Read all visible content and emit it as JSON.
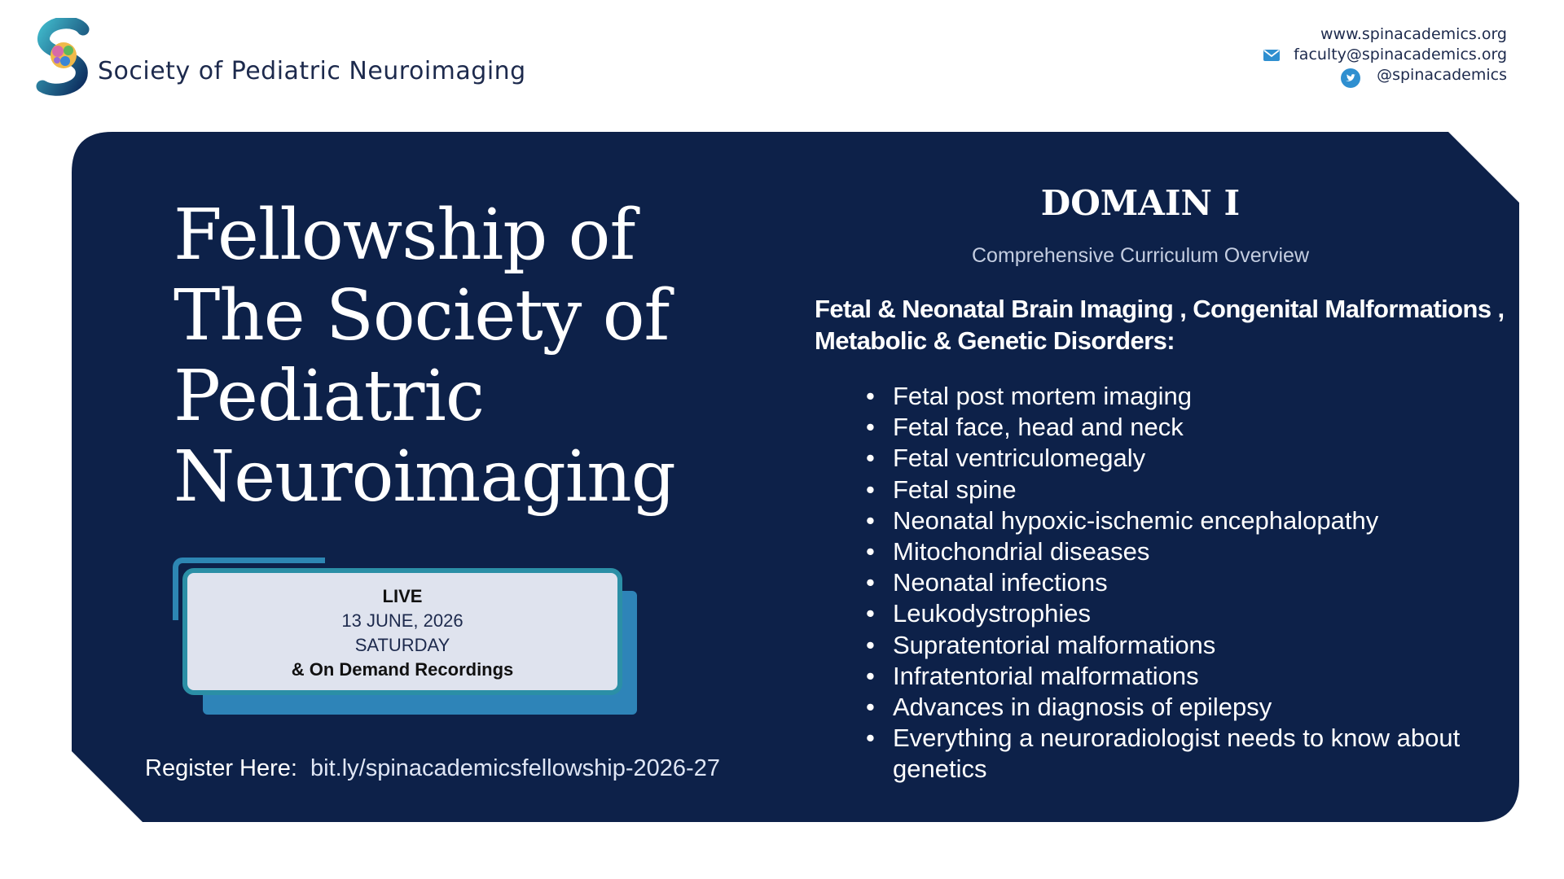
{
  "header": {
    "org_name": "Society of Pediatric Neuroimaging",
    "website": "www.spinacademics.org",
    "email": "faculty@spinacademics.org",
    "twitter": "@spinacademics",
    "icons": {
      "logo": "brain-s-logo-icon",
      "mail": "mail-icon",
      "twitter": "twitter-bird-icon"
    }
  },
  "left": {
    "title_lines": [
      "Fellowship of",
      "The Society of",
      "Pediatric",
      "Neuroimaging"
    ],
    "live_box": {
      "live": "LIVE",
      "date": "13 JUNE, 2026",
      "day": "SATURDAY",
      "recordings": "& On Demand  Recordings"
    },
    "register_label": "Register Here:",
    "register_link": "bit.ly/spinacademicsfellowship-2026-27"
  },
  "right": {
    "domain": "DOMAIN I",
    "subtitle": "Comprehensive Curriculum Overview",
    "heading": "Fetal & Neonatal Brain Imaging , Congenital Malformations , Metabolic & Genetic Disorders:",
    "topics": [
      "Fetal post mortem imaging",
      "Fetal face, head and neck",
      "Fetal ventriculomegaly",
      "Fetal spine",
      "Neonatal hypoxic-ischemic encephalopathy",
      "Mitochondrial diseases",
      "Neonatal infections",
      "Leukodystrophies",
      "Supratentorial malformations",
      "Infratentorial malformations",
      "Advances in diagnosis of epilepsy",
      "Everything a neuroradiologist needs to know about genetics"
    ]
  },
  "colors": {
    "navy_panel": "#0d2149",
    "accent_blue": "#2e84b8",
    "teal_border": "#2b8fa6",
    "live_box_bg": "#dfe3ee"
  }
}
